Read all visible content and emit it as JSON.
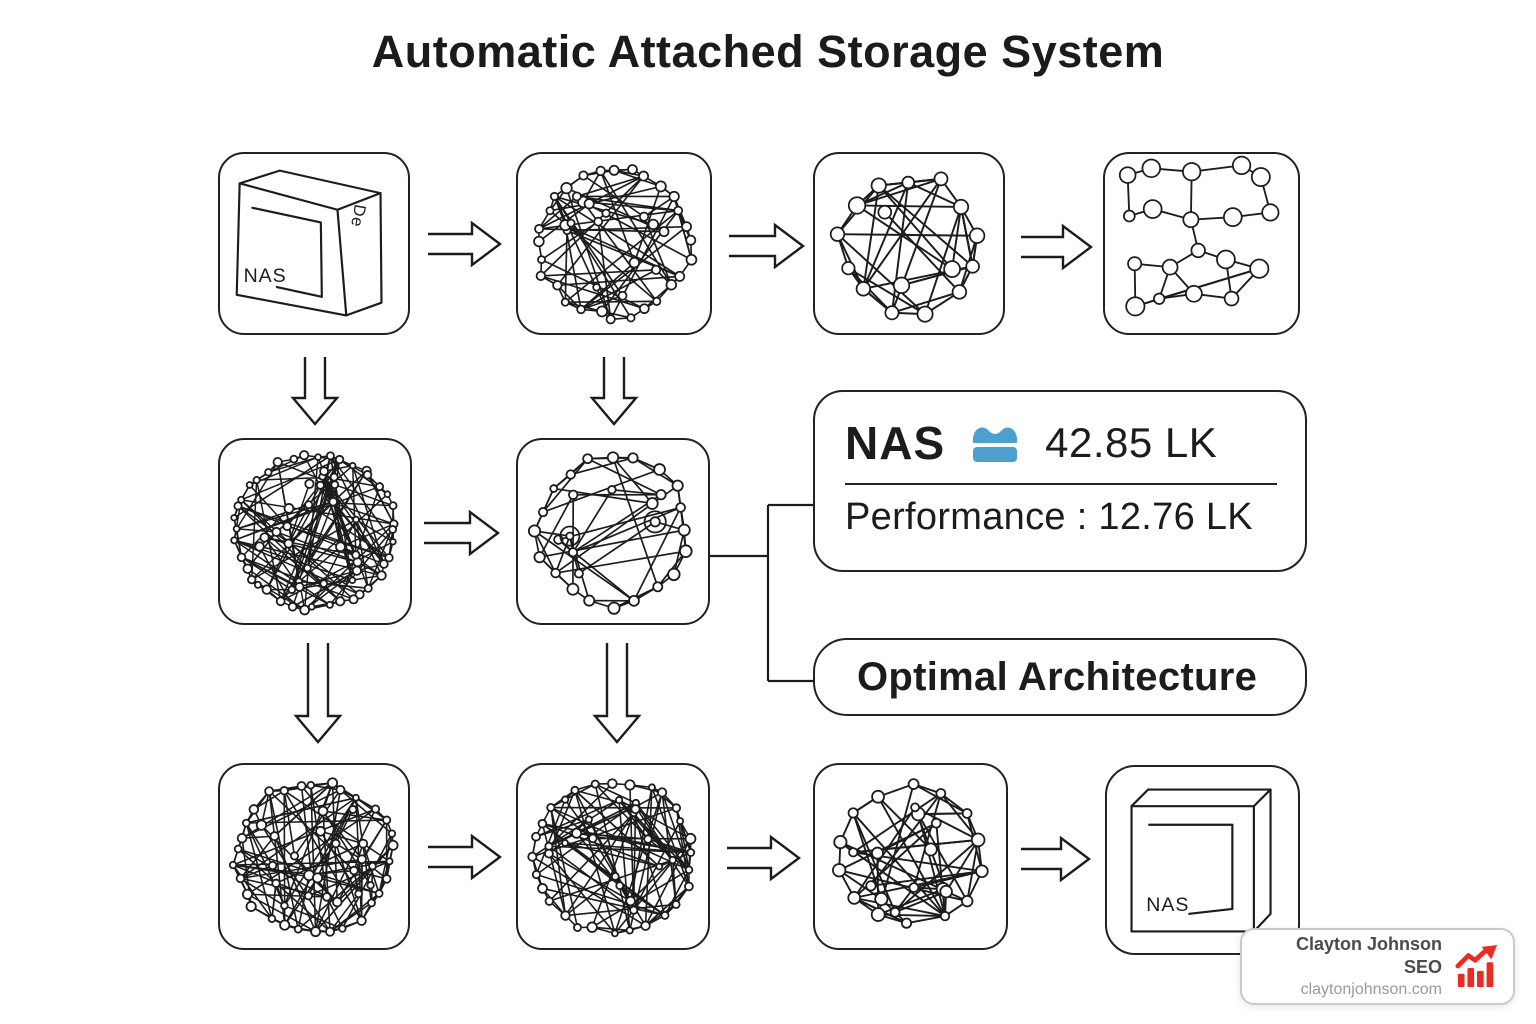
{
  "title": "Automatic Attached Storage System",
  "pipeline": {
    "input_device": {
      "label": "NAS",
      "side_label": "De"
    },
    "output_device": {
      "label": "NAS"
    }
  },
  "result_card": {
    "name": "NAS",
    "value": "42.85 LK",
    "performance": "Performance : 12.76 LK"
  },
  "optimal_card": {
    "label": "Optimal Architecture"
  },
  "watermark": {
    "name": "Clayton Johnson SEO",
    "website": "claytonjohnson.com"
  },
  "colors": {
    "ink": "#1c1c1c",
    "accent_blue": "#4d9fcd",
    "accent_red": "#ea2d24",
    "watermark_border": "#c9c9c9",
    "watermark_name": "#4b4b4b",
    "watermark_url": "#999999"
  }
}
